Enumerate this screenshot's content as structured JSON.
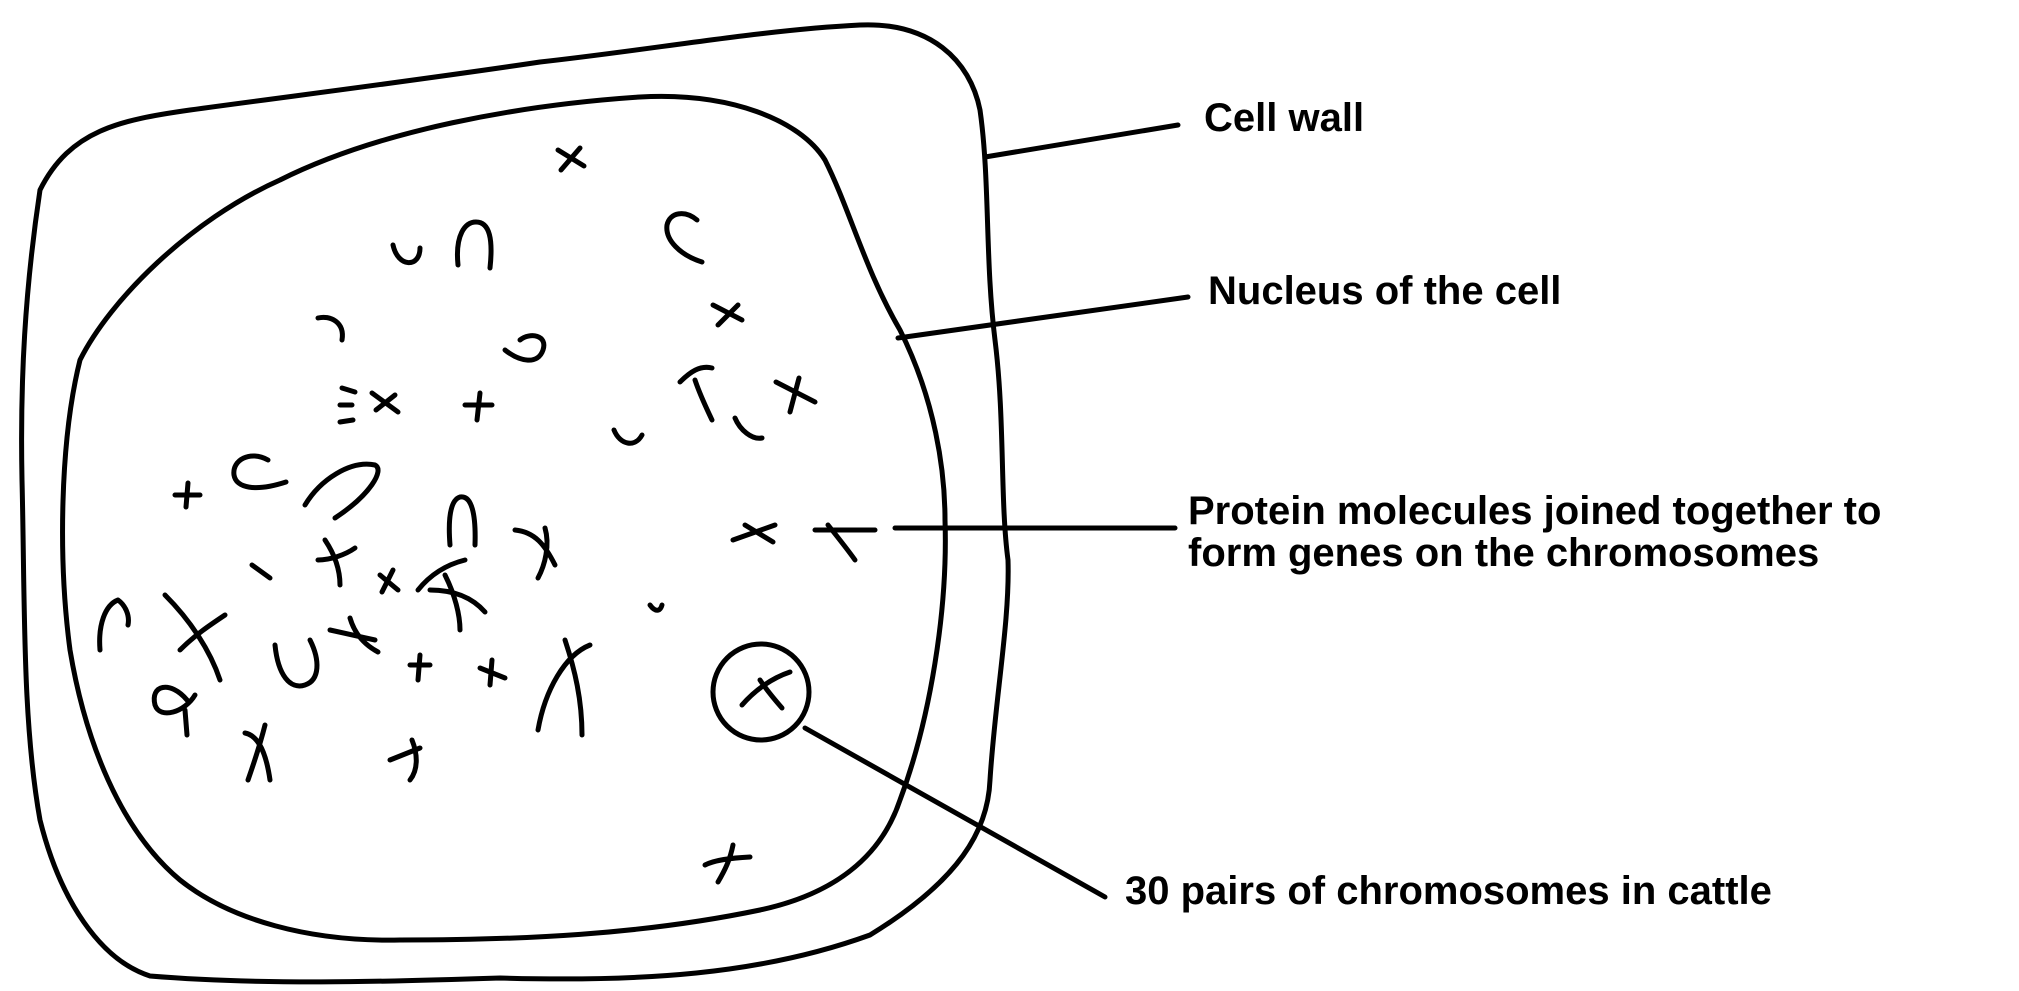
{
  "labels": {
    "cell_wall": "Cell wall",
    "nucleus": "Nucleus of the cell",
    "protein_line1": "Protein molecules joined together to",
    "protein_line2": "form genes on the chromosomes",
    "chromosome_pairs": "30 pairs of chromosomes in cattle"
  },
  "colors": {
    "ink": "#000000",
    "background": "#ffffff"
  }
}
